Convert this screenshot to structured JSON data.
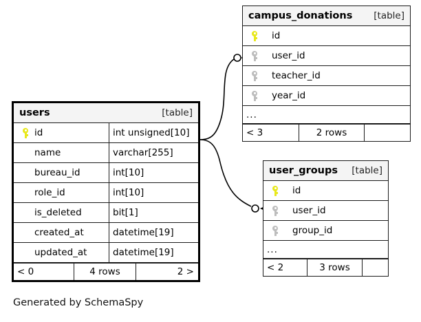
{
  "diagram": {
    "caption": "Generated by SchemaSpy",
    "table_kind_label": "[table]",
    "ellipsis": "...",
    "colors": {
      "primary_key": "#e8e81c",
      "foreign_key": "#bdbdbd",
      "border": "#1a1a1a",
      "header_bg": "#f4f4f4",
      "focal_border": "#000000",
      "background": "#ffffff"
    }
  },
  "tables": {
    "users": {
      "name": "users",
      "kind": "[table]",
      "focal": true,
      "columns": [
        {
          "name": "id",
          "type": "int unsigned[10]",
          "key": "primary"
        },
        {
          "name": "name",
          "type": "varchar[255]",
          "key": "none"
        },
        {
          "name": "bureau_id",
          "type": "int[10]",
          "key": "none"
        },
        {
          "name": "role_id",
          "type": "int[10]",
          "key": "none"
        },
        {
          "name": "is_deleted",
          "type": "bit[1]",
          "key": "none"
        },
        {
          "name": "created_at",
          "type": "datetime[19]",
          "key": "none"
        },
        {
          "name": "updated_at",
          "type": "datetime[19]",
          "key": "none"
        }
      ],
      "footer": {
        "prev": "< 0",
        "rows": "4 rows",
        "next": "2 >"
      }
    },
    "campus_donations": {
      "name": "campus_donations",
      "kind": "[table]",
      "focal": false,
      "columns": [
        {
          "name": "id",
          "key": "primary"
        },
        {
          "name": "user_id",
          "key": "foreign"
        },
        {
          "name": "teacher_id",
          "key": "foreign"
        },
        {
          "name": "year_id",
          "key": "foreign"
        }
      ],
      "has_more": true,
      "footer": {
        "prev": "< 3",
        "rows": "2 rows",
        "next": ""
      }
    },
    "user_groups": {
      "name": "user_groups",
      "kind": "[table]",
      "focal": false,
      "columns": [
        {
          "name": "id",
          "key": "primary"
        },
        {
          "name": "user_id",
          "key": "foreign"
        },
        {
          "name": "group_id",
          "key": "foreign"
        }
      ],
      "has_more": true,
      "footer": {
        "prev": "< 2",
        "rows": "3 rows",
        "next": ""
      }
    }
  },
  "relationships": [
    {
      "from_table": "users",
      "from_column": "id",
      "to_table": "campus_donations",
      "to_column": "user_id",
      "notation": "zero-or-many"
    },
    {
      "from_table": "users",
      "from_column": "id",
      "to_table": "user_groups",
      "to_column": "user_id",
      "notation": "zero-or-many"
    }
  ]
}
